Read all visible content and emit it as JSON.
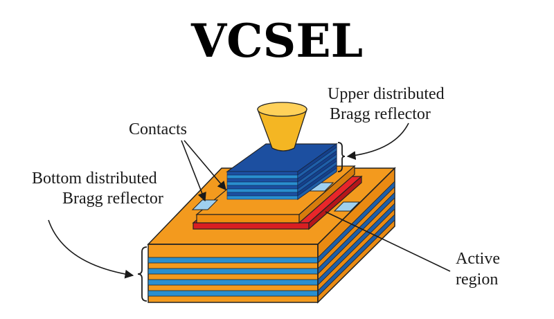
{
  "title": "VCSEL",
  "labels": {
    "upper_dbr_line1": "Upper distributed",
    "upper_dbr_line2": "Bragg reflector",
    "contacts": "Contacts",
    "bottom_dbr_line1": "Bottom distributed",
    "bottom_dbr_line2": "Bragg reflector",
    "active_line1": "Active",
    "active_line2": "region"
  },
  "colors": {
    "orange": "#f39a1e",
    "orange_dark": "#d77c0c",
    "blue": "#2a8fcf",
    "blue_dark": "#1f5fa8",
    "navy_top": "#1c4fa0",
    "red": "#e8262a",
    "contact": "#9fd0f0",
    "cone": "#f4b623"
  }
}
